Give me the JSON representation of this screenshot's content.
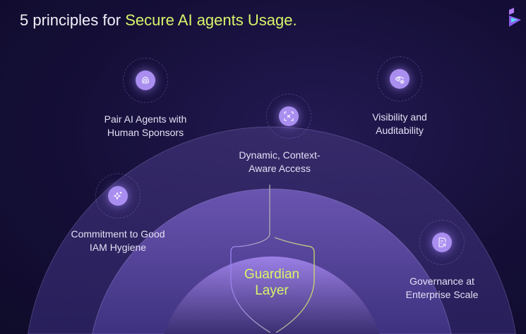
{
  "header": {
    "title_plain": "5 principles for ",
    "title_highlight": "Secure AI agents Usage."
  },
  "center": {
    "line1": "Guardian",
    "line2": "Layer"
  },
  "principles": [
    {
      "icon": "fingerprint-icon",
      "line1": "Pair AI Agents with",
      "line2": "Human Sponsors"
    },
    {
      "icon": "scan-x-icon",
      "line1": "Dynamic, Context-",
      "line2": "Aware Access"
    },
    {
      "icon": "eye-star-icon",
      "line1": "Visibility and",
      "line2": "Auditability"
    },
    {
      "icon": "sparkles-icon",
      "line1": "Commitment to Good",
      "line2": "IAM Hygiene"
    },
    {
      "icon": "document-gear-icon",
      "line1": "Governance at",
      "line2": "Enterprise Scale"
    }
  ],
  "colors": {
    "accent": "#d8f56a",
    "node": "#a98ef0",
    "background": "#150f38"
  }
}
